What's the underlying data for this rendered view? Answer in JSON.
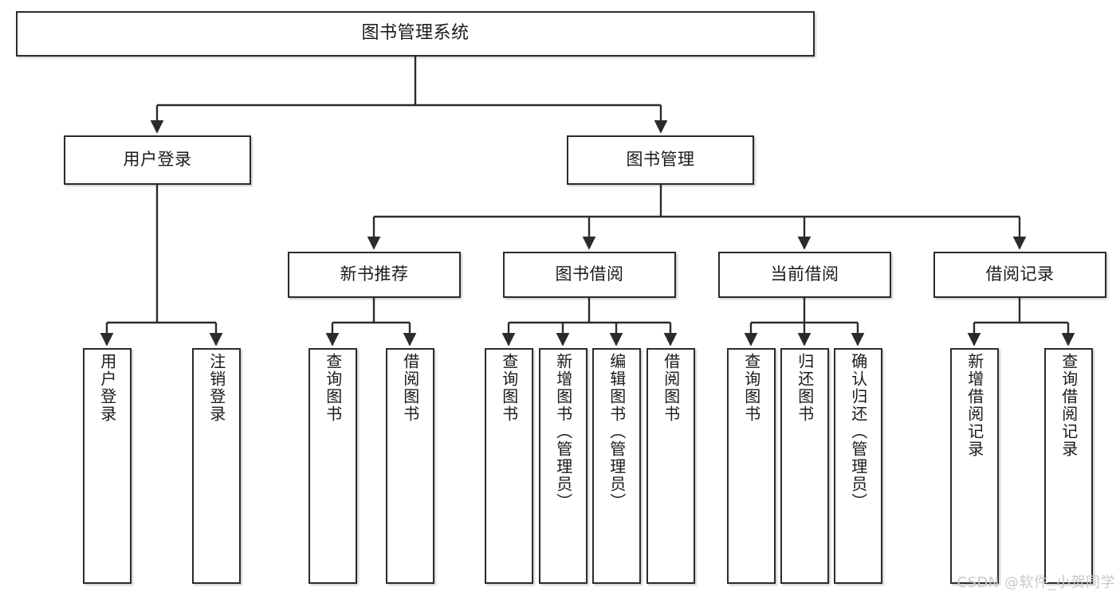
{
  "diagram": {
    "title": "图书管理系统",
    "type": "tree-hierarchy-diagram",
    "watermark": "CSDN @软件_小贺同学",
    "colors": {
      "node_border": "#2b2b2b",
      "node_fill": "#ffffff",
      "edge": "#2b2b2b",
      "text": "#1a1a1a",
      "watermark": "#c9c9c9",
      "background": "#ffffff"
    }
  },
  "nodes": {
    "root": {
      "label": "图书管理系统"
    },
    "level2": [
      {
        "label": "用户登录"
      },
      {
        "label": "图书管理"
      }
    ],
    "level3": [
      {
        "label": "新书推荐"
      },
      {
        "label": "图书借阅"
      },
      {
        "label": "当前借阅"
      },
      {
        "label": "借阅记录"
      }
    ],
    "leaves": {
      "user_login": [
        {
          "label": "用户登录"
        },
        {
          "label": "注销登录"
        }
      ],
      "new_book_recommend": [
        {
          "label": "查询图书"
        },
        {
          "label": "借阅图书"
        }
      ],
      "book_borrow": [
        {
          "label": "查询图书"
        },
        {
          "label": "新增图书（管理员）"
        },
        {
          "label": "编辑图书（管理员）"
        },
        {
          "label": "借阅图书"
        }
      ],
      "current_borrow": [
        {
          "label": "查询图书"
        },
        {
          "label": "归还图书"
        },
        {
          "label": "确认归还（管理员）"
        }
      ],
      "borrow_records": [
        {
          "label": "新增借阅记录"
        },
        {
          "label": "查询借阅记录"
        }
      ]
    }
  }
}
